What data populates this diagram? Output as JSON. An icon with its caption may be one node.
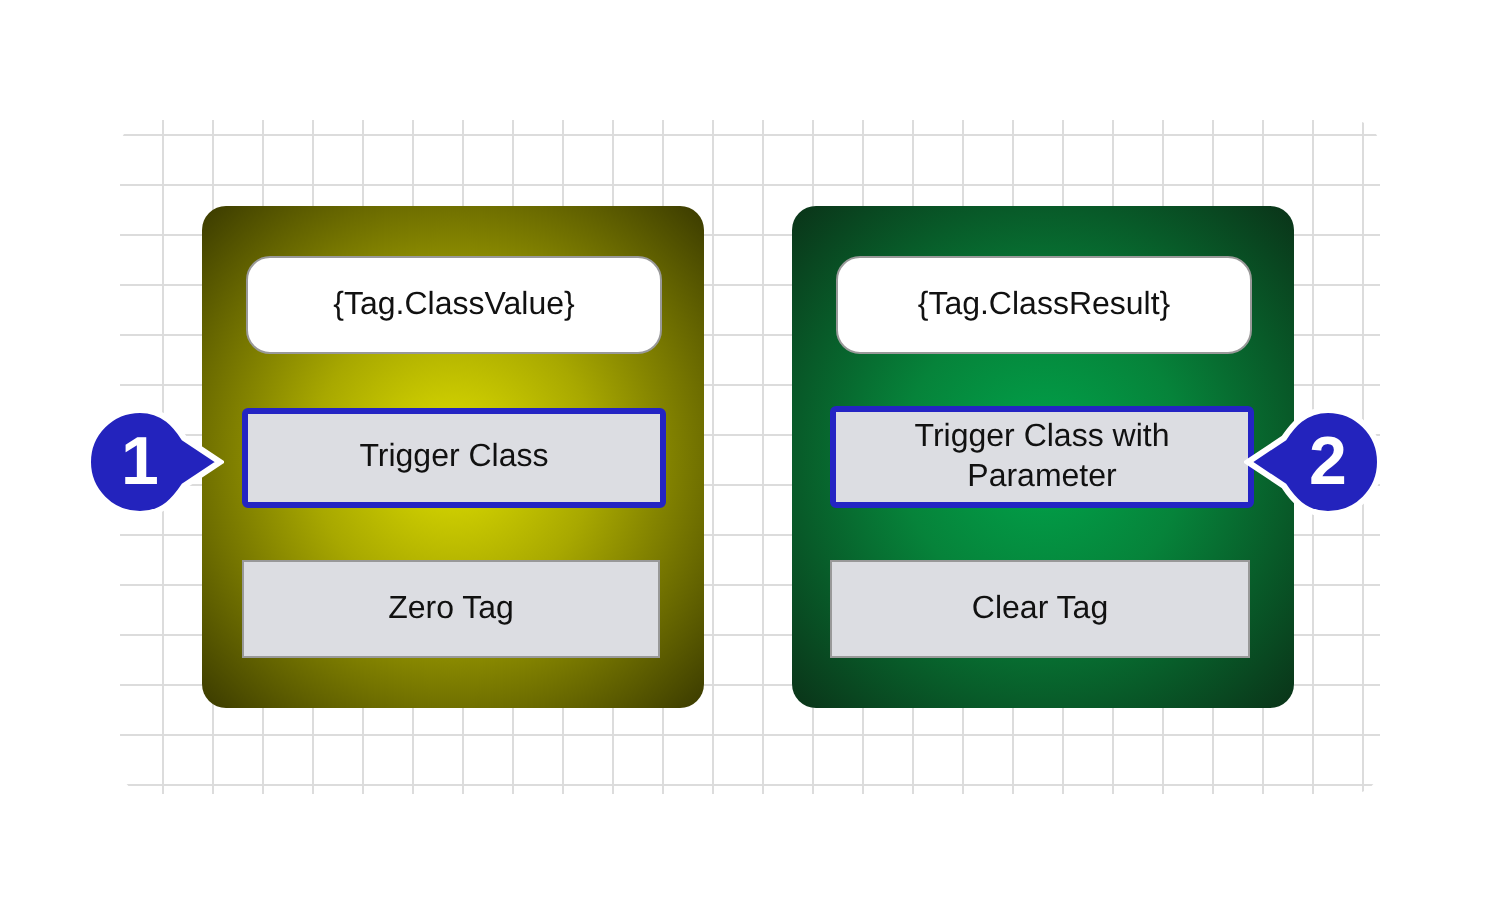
{
  "diagram": {
    "nodes": [
      {
        "text": [],
        "shape": "box"
      },
      {
        "text": [
          "{Tag.ClassValue}"
        ],
        "in": 0
      },
      {
        "text": [
          "Trigger Class"
        ],
        "in": 0
      },
      {
        "text": [
          "Zero Tag"
        ],
        "in": 0
      },
      {
        "text": [],
        "shape": "box"
      },
      {
        "text": [
          "{Tag.ClassResult}"
        ],
        "in": 4
      },
      {
        "text": [
          "Trigger Class with Parameter"
        ],
        "in": 4
      },
      {
        "text": [
          "Clear Tag"
        ],
        "in": 4
      }
    ],
    "labels": [
      "1",
      "2"
    ]
  }
}
